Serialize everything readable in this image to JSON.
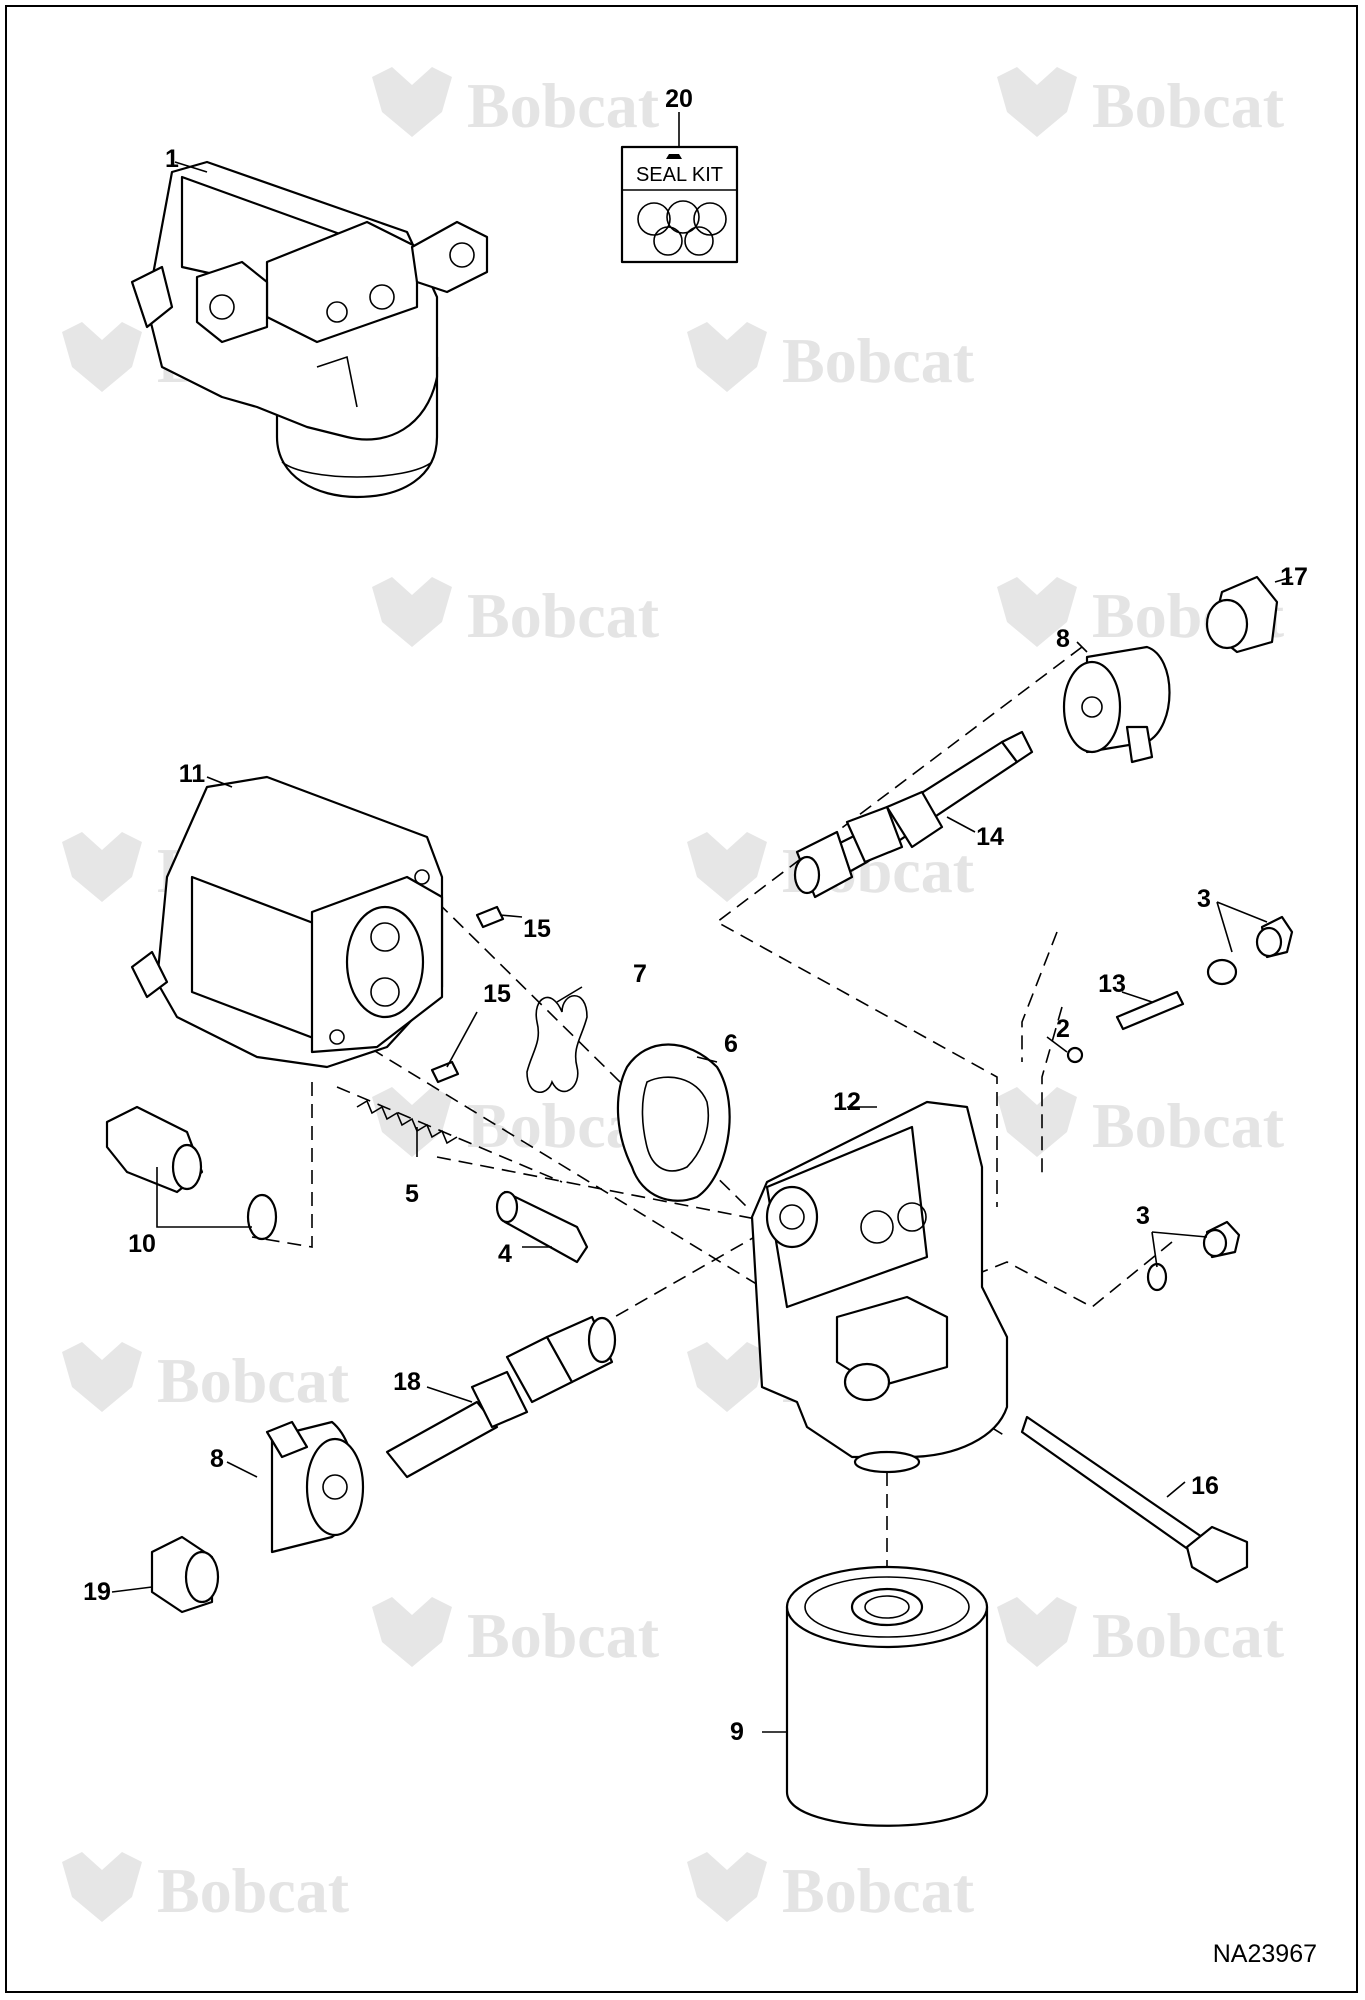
{
  "watermark": {
    "brand": "Bobcat"
  },
  "seal_kit": {
    "label": "SEAL KIT"
  },
  "drawing_number": "NA23967",
  "callouts": {
    "c1": "1",
    "c2": "2",
    "c3a": "3",
    "c3b": "3",
    "c4": "4",
    "c5": "5",
    "c6": "6",
    "c7": "7",
    "c8a": "8",
    "c8b": "8",
    "c9": "9",
    "c10": "10",
    "c11": "11",
    "c12": "12",
    "c13": "13",
    "c14": "14",
    "c15a": "15",
    "c15b": "15",
    "c16": "16",
    "c17": "17",
    "c18": "18",
    "c19": "19",
    "c20": "20"
  }
}
